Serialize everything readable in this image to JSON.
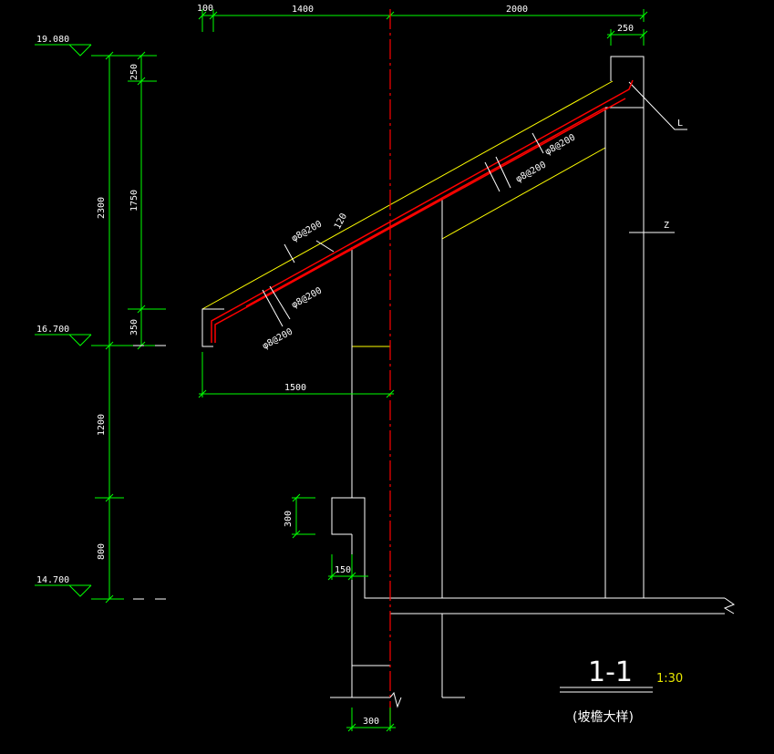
{
  "colors": {
    "background": "#000000",
    "dimension": "#00ff00",
    "concrete": "#ffffff",
    "slab_outline": "#ffff00",
    "rebar": "#ff0000",
    "centerline": "#ff0000",
    "text": "#ffffff",
    "scale_text": "#e8e800"
  },
  "top_dims": {
    "d100": "100",
    "d1400": "1400",
    "d2000": "2000",
    "d250": "250"
  },
  "elevations": {
    "e19": "19.080",
    "e16": "16.700",
    "e14": "14.700"
  },
  "left_dims": {
    "d2300": "2300",
    "d250": "250",
    "d1750": "1750",
    "d350": "350",
    "d1200": "1200",
    "d800": "800"
  },
  "lower_dims": {
    "d300v": "300",
    "d150": "150",
    "d300h": "300",
    "d1500": "1500"
  },
  "rebar_labels": {
    "top_upper": "φ8@200",
    "top_upper_dim": "120",
    "top_lower1": "φ8@200",
    "top_lower2": "φ8@200",
    "right_a": "φ8@200",
    "right_b": "φ8@200"
  },
  "callouts": {
    "beam": "L",
    "column": "Z"
  },
  "title": {
    "main": "1-1",
    "scale": "1:30",
    "sub": "(坡檐大样)"
  }
}
